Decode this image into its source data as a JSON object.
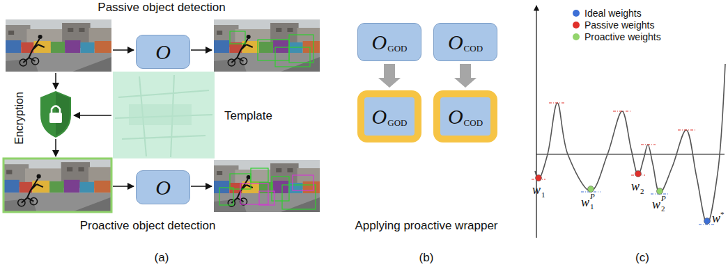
{
  "diagram": {
    "nodes": [
      {
        "text": [
          "O"
        ]
      },
      {
        "text": [
          "O"
        ]
      },
      {
        "text": [
          "O",
          "GOD"
        ]
      },
      {
        "text": [
          "O",
          "COD"
        ]
      },
      {
        "text": [
          "O",
          "GOD"
        ]
      },
      {
        "text": [
          "O",
          "COD"
        ]
      }
    ],
    "edges": [
      {
        "from": 2,
        "to": 4,
        "arrow": "to"
      },
      {
        "from": 3,
        "to": 5,
        "arrow": "to"
      }
    ],
    "labels": [
      "Passive object detection",
      "Encryption",
      "Template",
      "Proactive object detection",
      "(a)",
      "Applying proactive wrapper",
      "(b)",
      "(c)",
      "w",
      "1",
      "w",
      "P",
      "1",
      "w",
      "2",
      "w",
      "P",
      "2",
      "w",
      "*"
    ],
    "legend": [
      {
        "text": "Ideal weights",
        "color": "#3d6fd6"
      },
      {
        "text": "Passive weights",
        "color": "#e0302b"
      },
      {
        "text": "Proactive weights",
        "color": "#93d46c"
      }
    ]
  }
}
